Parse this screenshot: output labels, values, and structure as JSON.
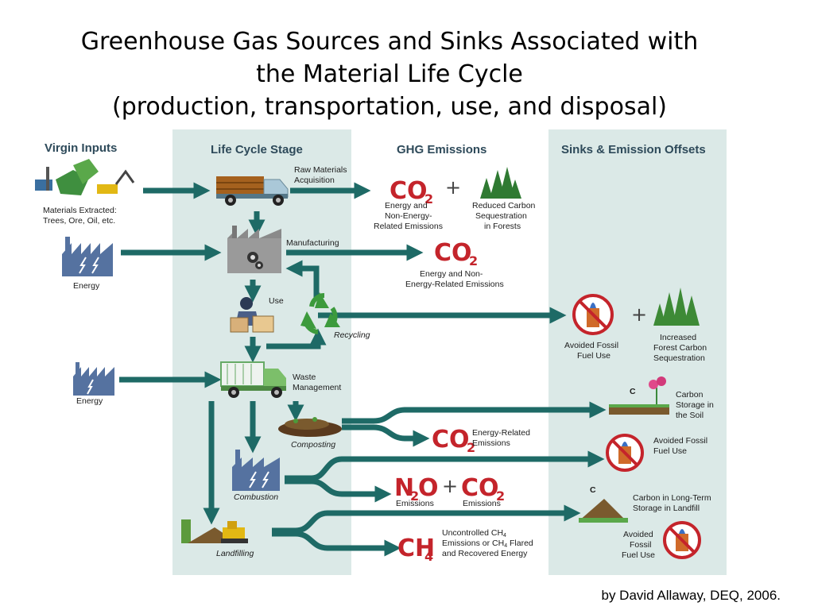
{
  "title": {
    "line1": "Greenhouse Gas Sources and Sinks Associated with",
    "line2": "the Material Life Cycle",
    "line3": "(production, transportation, use, and disposal)"
  },
  "columns": {
    "virgin_inputs": "Virgin Inputs",
    "life_cycle_stage": "Life Cycle Stage",
    "ghg_emissions": "GHG Emissions",
    "sinks": "Sinks & Emission Offsets"
  },
  "virgin_inputs": {
    "materials_line1": "Materials Extracted:",
    "materials_line2": "Trees, Ore, Oil, etc.",
    "energy1": "Energy",
    "energy2": "Energy"
  },
  "stages": {
    "raw_line1": "Raw Materials",
    "raw_line2": "Acquisition",
    "manufacturing": "Manufacturing",
    "use": "Use",
    "recycling": "Recycling",
    "waste_line1": "Waste",
    "waste_line2": "Management",
    "composting": "Composting",
    "combustion": "Combustion",
    "landfilling": "Landfilling"
  },
  "emissions": {
    "co2": "CO",
    "two": "2",
    "n2o_n": "N",
    "n2o_o": "O",
    "ch4_ch": "CH",
    "four": "4",
    "plus": "+",
    "raw_co2_line1": "Energy and",
    "raw_co2_line2": "Non-Energy-",
    "raw_co2_line3": "Related Emissions",
    "forest_line1": "Reduced Carbon",
    "forest_line2": "Sequestration",
    "forest_line3": "in Forests",
    "mfg_line1": "Energy and Non-",
    "mfg_line2": "Energy-Related Emissions",
    "compost_line1": "Energy-Related",
    "compost_line2": "Emissions",
    "n2o_emissions": "Emissions",
    "comb_co2_emissions": "Emissions",
    "ch4_line1": "Uncontrolled CH",
    "ch4_line1_sub": "4",
    "ch4_line2": "Emissions or CH",
    "ch4_line2_sub": "4",
    "ch4_line2_end": " Flared",
    "ch4_line3": "and Recovered Energy"
  },
  "sinks": {
    "fossil1_line1": "Avoided Fossil",
    "fossil1_line2": "Fuel Use",
    "forest_line1": "Increased",
    "forest_line2": "Forest Carbon",
    "forest_line3": "Sequestration",
    "soil_line1": "Carbon",
    "soil_line2": "Storage in",
    "soil_line3": "the Soil",
    "soil_c": "C",
    "fossil2_line1": "Avoided Fossil",
    "fossil2_line2": "Fuel Use",
    "landfill_line1": "Carbon in Long-Term",
    "landfill_line2": "Storage in Landfill",
    "landfill_c": "C",
    "fossil3_line1": "Avoided",
    "fossil3_line2": "Fossil",
    "fossil3_line3": "Fuel Use"
  },
  "credit": "by David Allaway, DEQ, 2006.",
  "colors": {
    "panel": "#dbe9e7",
    "arrow": "#1e6a66",
    "gas": "#c4242b",
    "header": "#2e4a5a"
  }
}
